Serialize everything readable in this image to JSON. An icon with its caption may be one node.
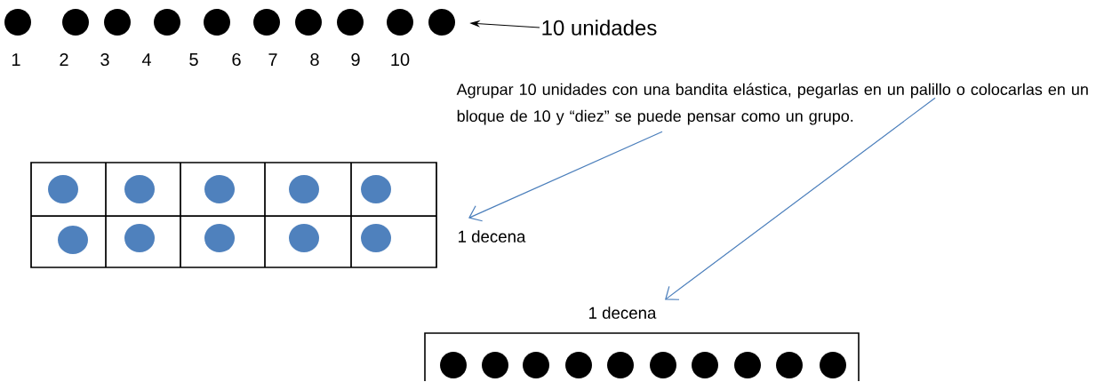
{
  "diagram": {
    "nodes": [
      {
        "text": [],
        "shape": "circle"
      },
      {
        "text": [],
        "shape": "circle"
      },
      {
        "text": [],
        "shape": "circle"
      },
      {
        "text": [],
        "shape": "circle"
      },
      {
        "text": [],
        "shape": "circle"
      },
      {
        "text": [],
        "shape": "circle"
      },
      {
        "text": [],
        "shape": "circle"
      },
      {
        "text": [],
        "shape": "circle"
      },
      {
        "text": [],
        "shape": "circle"
      },
      {
        "text": [],
        "shape": "circle"
      },
      {
        "text": [
          "10 unidades"
        ]
      },
      {
        "text": [
          "Agrupar 10 unidades con una bandita elástica, pegarlas en un palillo o colocarlas en un bloque de 10 y “diez” se puede pensar como un grupo."
        ]
      },
      {
        "text": [
          "1 decena"
        ]
      },
      {
        "text": [
          "1 decena"
        ]
      }
    ],
    "edges": [
      {
        "from": 10,
        "to": 9,
        "arrow": "to",
        "color": "#000000"
      },
      {
        "from": 11,
        "to": 12,
        "arrow": "to"
      },
      {
        "from": 11,
        "to": 13,
        "arrow": "to"
      }
    ],
    "labels": [
      "1",
      "2",
      "3",
      "4",
      "5",
      "6",
      "7",
      "8",
      "9",
      "10"
    ]
  }
}
